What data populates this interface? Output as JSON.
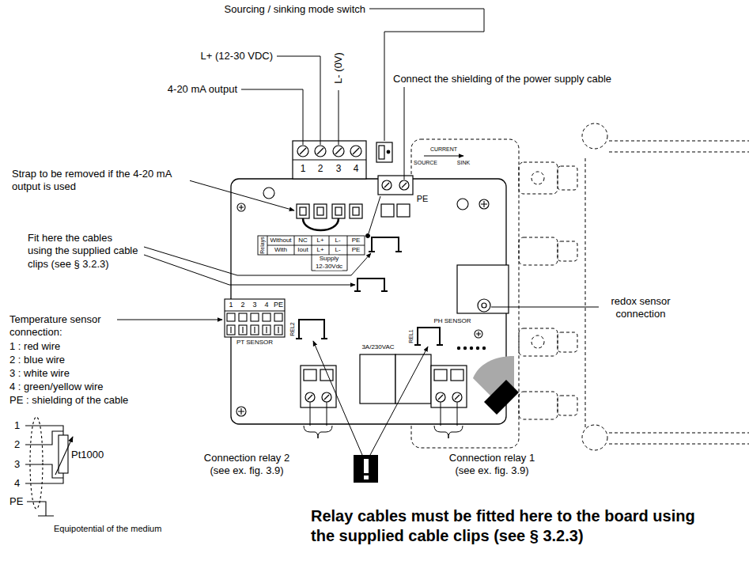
{
  "diagram": {
    "labels": [
      "Sourcing / sinking mode switch",
      "L+ (12-30 VDC)",
      "4-20 mA output",
      "L- (0V)",
      "Connect the shielding of the power supply cable",
      "Strap to be removed if the 4-20 mA output is used",
      "1",
      "2",
      "3",
      "4",
      "CURRENT",
      "SOURCE",
      "SINK",
      "PE",
      "Relays",
      "Without",
      "NC",
      "L+",
      "L-",
      "PE",
      "With",
      "Iout",
      "L+",
      "L-",
      "PE",
      "Supply",
      "12-30Vdc",
      "Fit here the cables using the supplied cable clips (see § 3.2.3)",
      "Temperature sensor connection:",
      "1 : red wire",
      "2 : blue wire",
      "3 : white wire",
      "4 : green/yellow wire",
      "PE : shielding of the cable",
      "1",
      "2",
      "3",
      "4",
      "PE",
      "PT SENSOR",
      "REL2",
      "REL1",
      "3A/230VAC",
      "PH SENSOR",
      "redox sensor connection",
      "Connection relay 2 (see ex. fig. 3.9)",
      "Connection relay 1 (see ex. fig. 3.9)",
      "Relay cables must be fitted here to the board using the supplied cable clips (see § 3.2.3)",
      "1",
      "2",
      "3",
      "4",
      "PE",
      "Pt1000",
      "Equipotential of the medium"
    ]
  }
}
